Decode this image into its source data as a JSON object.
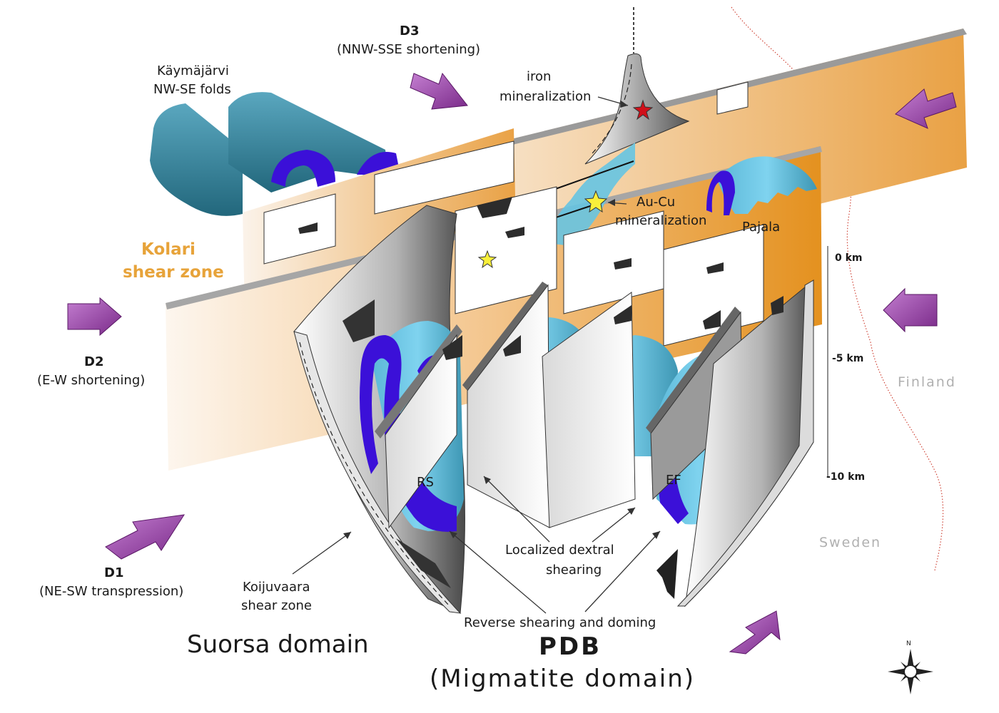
{
  "labels": {
    "d3_title": "D3",
    "d3_sub": "(NNW-SSE shortening)",
    "kaymajarvi_1": "Käymäjärvi",
    "kaymajarvi_2": "NW-SE folds",
    "iron_1": "iron",
    "iron_2": "mineralization",
    "aucu_1": "Au-Cu",
    "aucu_2": "mineralization",
    "pajala": "Pajala",
    "kolari_1": "Kolari",
    "kolari_2": "shear zone",
    "d2_title": "D2",
    "d2_sub": "(E-W shortening)",
    "d1_title": "D1",
    "d1_sub": "(NE-SW transpression)",
    "koijuvaara_1": "Koijuvaara",
    "koijuvaara_2": "shear zone",
    "rs": "RS",
    "ef": "EF",
    "localized_1": "Localized dextral",
    "localized_2": "shearing",
    "reverse": "Reverse shearing and doming",
    "suorsa": "Suorsa domain",
    "pdb": "PDB",
    "pdb_sub": "(Migmatite domain)",
    "finland": "Finland",
    "sweden": "Sweden",
    "scale_0": "0 km",
    "scale_5": "-5 km",
    "scale_10": "-10 km",
    "north": "N"
  },
  "colors": {
    "fold_teal": "#3e8aa0",
    "fold_light": "#6cc6e6",
    "fold_purple": "#3b10d8",
    "orange": "#e89a2c",
    "arrow_purple": "#9a4aa6",
    "border_red": "#d0473a",
    "star_yellow": "#f8ef3b",
    "star_red": "#d0101a"
  },
  "icons": [
    "compass-rose-icon",
    "house-icon",
    "star-icon",
    "shortening-arrow-icon"
  ]
}
